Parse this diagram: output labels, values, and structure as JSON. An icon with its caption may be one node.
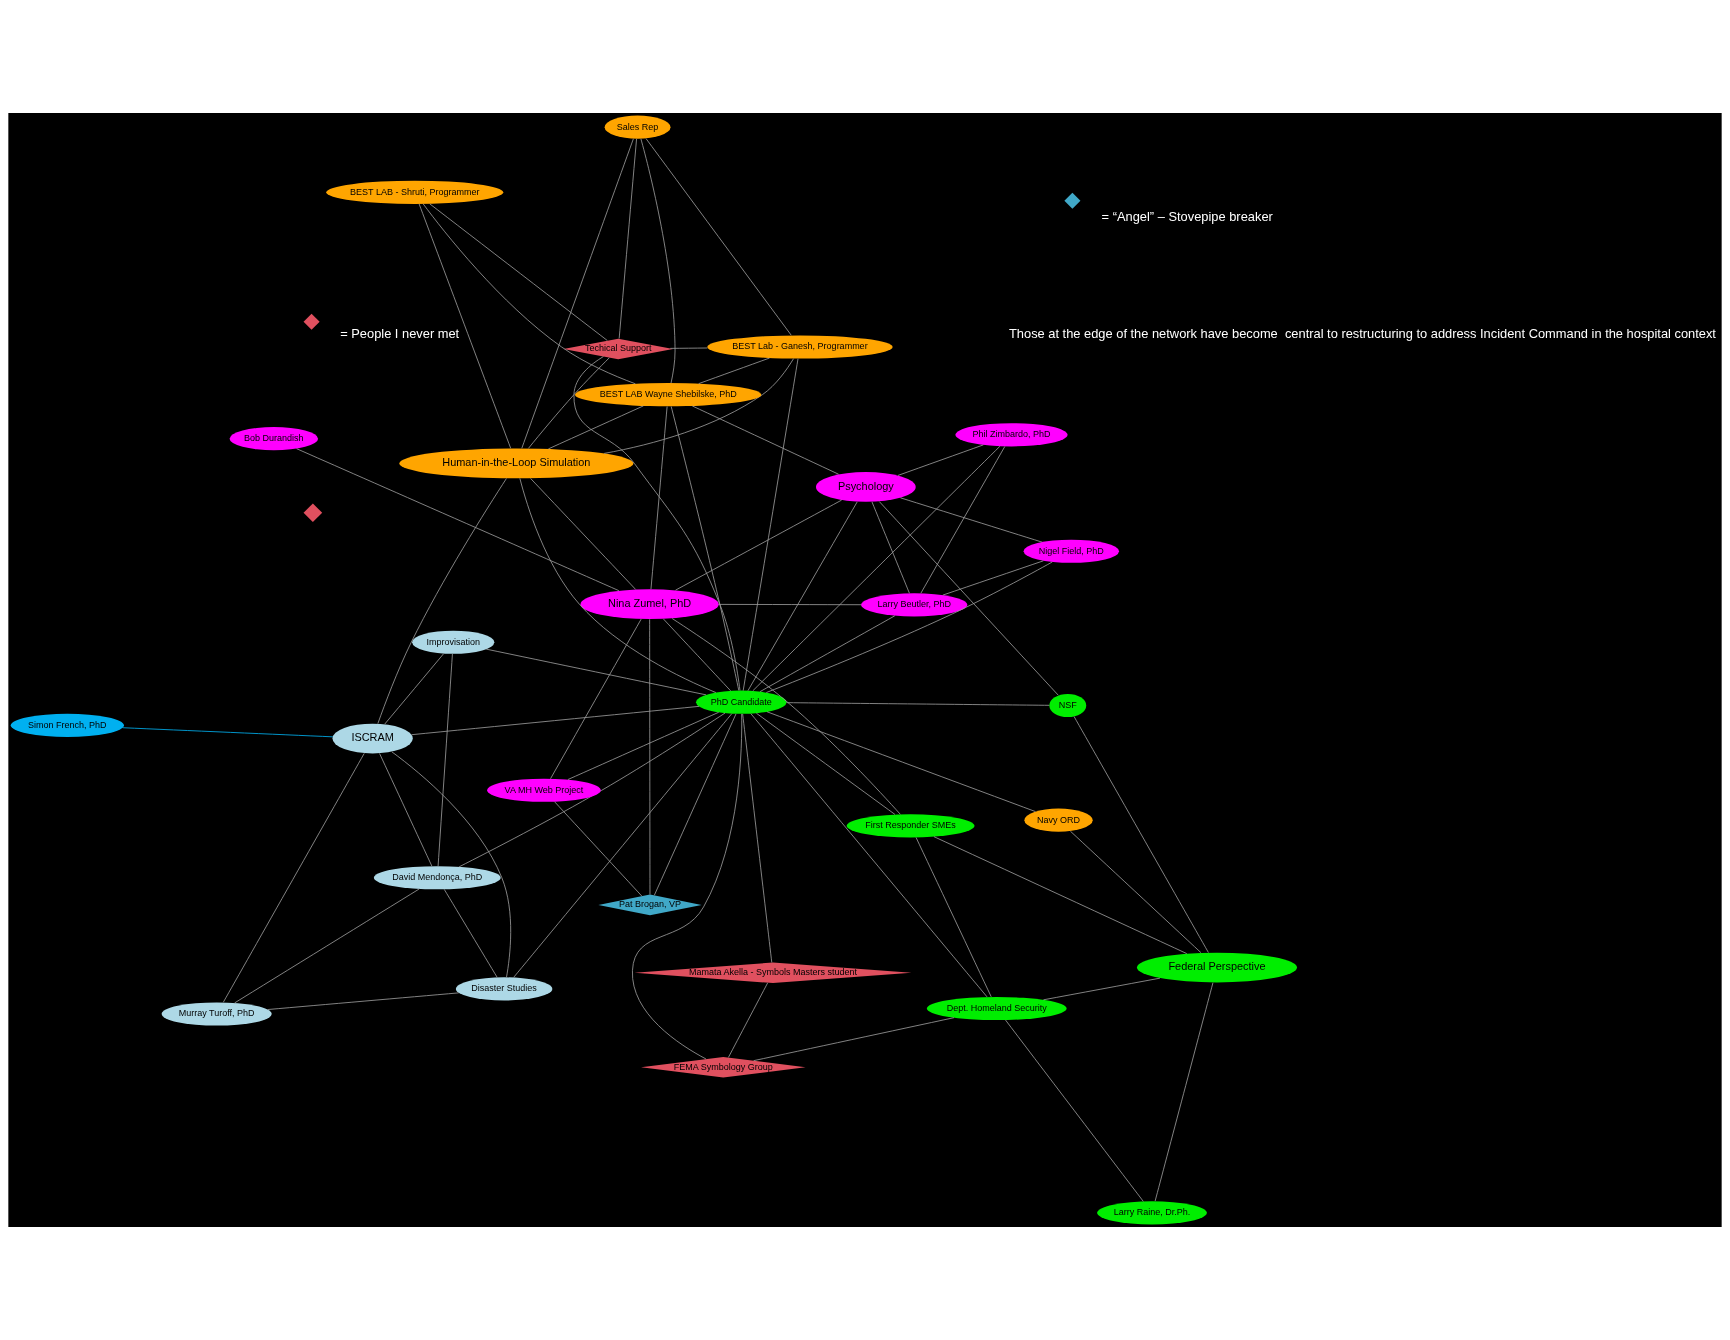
{
  "diagram": {
    "nodes": [
      {
        "text": [
          "Simon French, PhD"
        ]
      },
      {
        "text": [
          "ISCRAM"
        ]
      },
      {
        "text": [
          "Murray Turoff, PhD"
        ]
      },
      {
        "text": [
          "Improvisation"
        ]
      },
      {
        "text": [
          "Disaster Studies"
        ]
      },
      {
        "text": [
          "David Mendonça, PhD"
        ]
      },
      {
        "text": [
          "Dept. Homeland Security"
        ]
      },
      {
        "text": [
          "Federal Perspective"
        ]
      },
      {
        "text": [
          "FEMA Symbology Group"
        ]
      },
      {
        "text": [
          "Larry Raine, Dr.Ph."
        ]
      },
      {
        "text": [
          "Mamata Akella - Symbols Masters student"
        ]
      },
      {
        "text": [
          "First Responder SMEs"
        ]
      },
      {
        "text": [],
        "shape": "diamond"
      },
      {
        "text": [
          "NSF"
        ]
      },
      {
        "text": [
          "Navy ORD"
        ]
      },
      {
        "text": [
          "Human-in-the-Loop Simulation"
        ]
      },
      {
        "text": [
          "PhD Candidate"
        ]
      },
      {
        "text": [
          "BEST Lab - Ganesh, Programmer"
        ]
      },
      {
        "text": [
          "Techical Support"
        ]
      },
      {
        "text": [
          "BEST LAB - Shruti, Programmer"
        ]
      },
      {
        "text": [
          "Sales Rep"
        ]
      },
      {
        "text": [
          "Phil Zimbardo, PhD"
        ]
      },
      {
        "text": [
          "Psychology"
        ]
      },
      {
        "text": [
          "Larry Beutler, PhD"
        ]
      },
      {
        "text": [
          "BEST LAB Wayne Shebilske, PhD"
        ]
      },
      {
        "text": [
          "Nina Zumel, PhD"
        ]
      },
      {
        "text": [
          "Pat Brogan, VP"
        ]
      },
      {
        "text": [
          "Nigel Field, PhD"
        ]
      },
      {
        "text": [
          "Bob Durandish"
        ]
      },
      {
        "text": [
          "VA MH Web Project"
        ]
      }
    ],
    "edges": [
      {
        "from": 0,
        "to": 1,
        "arrow": "none",
        "color": "#00b0f0"
      },
      {
        "from": 1,
        "to": 2,
        "arrow": "none"
      },
      {
        "from": 1,
        "to": 3,
        "arrow": "none"
      },
      {
        "from": 1,
        "to": 4,
        "arrow": "none"
      },
      {
        "from": 1,
        "to": 5,
        "arrow": "none"
      },
      {
        "from": 1,
        "to": 15,
        "arrow": "none"
      },
      {
        "from": 1,
        "to": 16,
        "arrow": "none"
      },
      {
        "from": 2,
        "to": 4,
        "arrow": "none"
      },
      {
        "from": 2,
        "to": 5,
        "arrow": "none"
      },
      {
        "from": 3,
        "to": 5,
        "arrow": "none"
      },
      {
        "from": 3,
        "to": 16,
        "arrow": "none"
      },
      {
        "from": 4,
        "to": 5,
        "arrow": "none"
      },
      {
        "from": 4,
        "to": 16,
        "arrow": "none"
      },
      {
        "from": 5,
        "to": 16,
        "arrow": "none"
      },
      {
        "from": 6,
        "to": 7,
        "arrow": "none"
      },
      {
        "from": 6,
        "to": 8,
        "arrow": "none"
      },
      {
        "from": 6,
        "to": 9,
        "arrow": "none"
      },
      {
        "from": 6,
        "to": 11,
        "arrow": "none"
      },
      {
        "from": 6,
        "to": 16,
        "arrow": "none"
      },
      {
        "from": 7,
        "to": 9,
        "arrow": "none"
      },
      {
        "from": 7,
        "to": 11,
        "arrow": "none"
      },
      {
        "from": 7,
        "to": 13,
        "arrow": "none"
      },
      {
        "from": 7,
        "to": 14,
        "arrow": "none"
      },
      {
        "from": 8,
        "to": 10,
        "arrow": "none"
      },
      {
        "from": 8,
        "to": 16,
        "arrow": "none"
      },
      {
        "from": 10,
        "to": 16,
        "arrow": "none"
      },
      {
        "from": 11,
        "to": 16,
        "arrow": "none"
      },
      {
        "from": 11,
        "to": 25,
        "arrow": "none"
      },
      {
        "from": 13,
        "to": 16,
        "arrow": "none"
      },
      {
        "from": 13,
        "to": 22,
        "arrow": "none"
      },
      {
        "from": 14,
        "to": 16,
        "arrow": "none"
      },
      {
        "from": 15,
        "to": 16,
        "arrow": "none"
      },
      {
        "from": 15,
        "to": 17,
        "arrow": "none"
      },
      {
        "from": 15,
        "to": 18,
        "arrow": "none"
      },
      {
        "from": 15,
        "to": 19,
        "arrow": "none"
      },
      {
        "from": 15,
        "to": 20,
        "arrow": "none"
      },
      {
        "from": 15,
        "to": 24,
        "arrow": "none"
      },
      {
        "from": 15,
        "to": 25,
        "arrow": "none"
      },
      {
        "from": 16,
        "to": 17,
        "arrow": "none"
      },
      {
        "from": 16,
        "to": 18,
        "arrow": "none"
      },
      {
        "from": 16,
        "to": 24,
        "arrow": "none"
      },
      {
        "from": 16,
        "to": 21,
        "arrow": "none"
      },
      {
        "from": 16,
        "to": 22,
        "arrow": "none"
      },
      {
        "from": 16,
        "to": 23,
        "arrow": "none"
      },
      {
        "from": 16,
        "to": 27,
        "arrow": "none"
      },
      {
        "from": 16,
        "to": 25,
        "arrow": "none"
      },
      {
        "from": 16,
        "to": 26,
        "arrow": "none"
      },
      {
        "from": 16,
        "to": 29,
        "arrow": "none"
      },
      {
        "from": 17,
        "to": 18,
        "arrow": "none"
      },
      {
        "from": 17,
        "to": 20,
        "arrow": "none"
      },
      {
        "from": 17,
        "to": 24,
        "arrow": "none"
      },
      {
        "from": 18,
        "to": 20,
        "arrow": "none"
      },
      {
        "from": 18,
        "to": 19,
        "arrow": "none"
      },
      {
        "from": 19,
        "to": 24,
        "arrow": "none"
      },
      {
        "from": 20,
        "to": 24,
        "arrow": "none"
      },
      {
        "from": 24,
        "to": 25,
        "arrow": "none"
      },
      {
        "from": 24,
        "to": 22,
        "arrow": "none"
      },
      {
        "from": 25,
        "to": 22,
        "arrow": "none"
      },
      {
        "from": 25,
        "to": 23,
        "arrow": "none"
      },
      {
        "from": 25,
        "to": 28,
        "arrow": "none"
      },
      {
        "from": 25,
        "to": 26,
        "arrow": "none"
      },
      {
        "from": 25,
        "to": 29,
        "arrow": "none"
      },
      {
        "from": 26,
        "to": 29,
        "arrow": "none"
      },
      {
        "from": 22,
        "to": 21,
        "arrow": "none"
      },
      {
        "from": 22,
        "to": 23,
        "arrow": "none"
      },
      {
        "from": 22,
        "to": 27,
        "arrow": "none"
      },
      {
        "from": 21,
        "to": 23,
        "arrow": "none"
      },
      {
        "from": 23,
        "to": 27,
        "arrow": "none"
      }
    ],
    "labels": [
      "Those at the edge of the network have become  central to restructuring to address Incident Command in the hospital context"
    ],
    "legend": [
      {
        "text": "= People I never met"
      },
      {
        "text": "= “Angel” – Stovepipe breaker"
      }
    ]
  }
}
